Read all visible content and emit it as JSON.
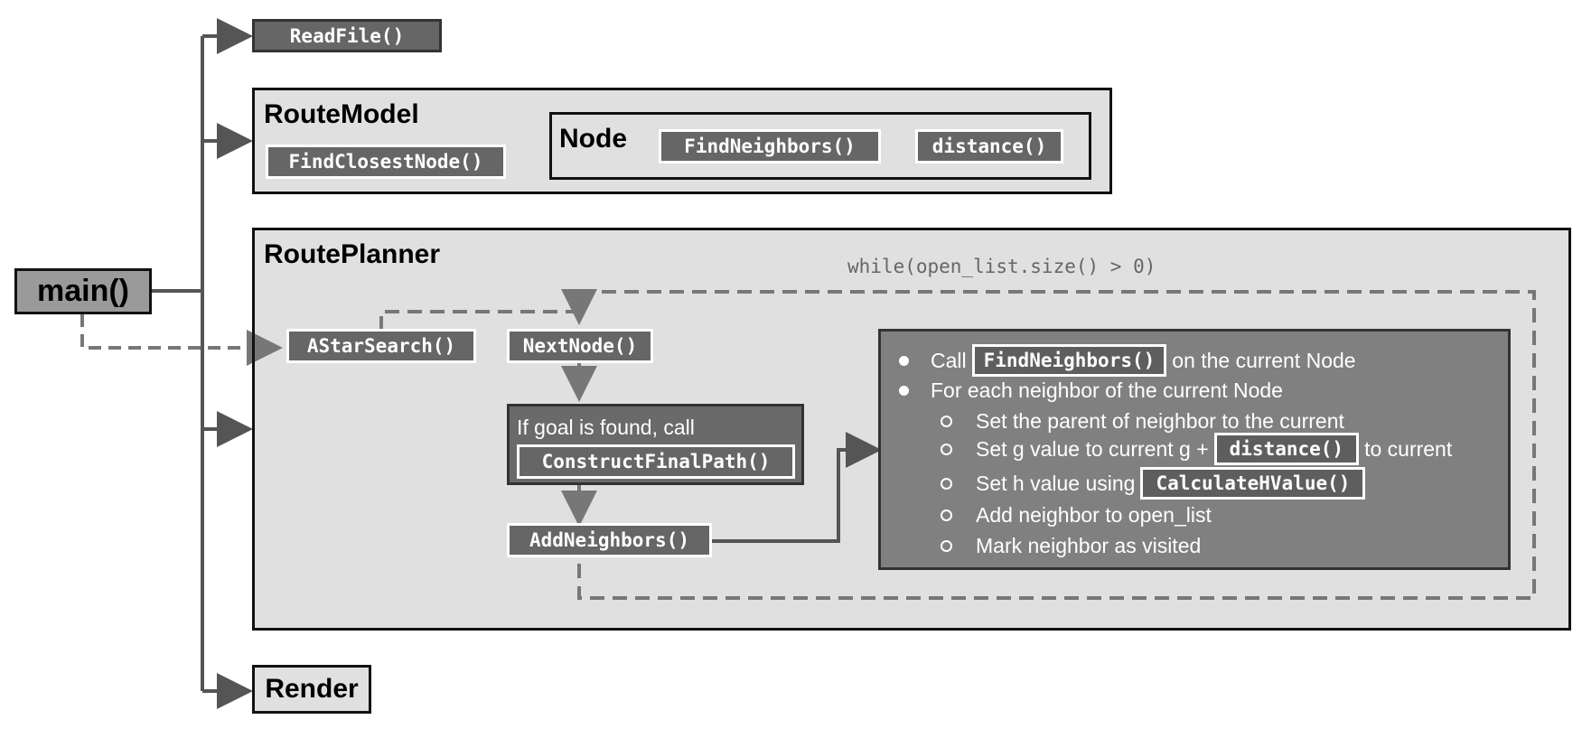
{
  "main": {
    "label": "main()"
  },
  "readfile": {
    "label": "ReadFile()"
  },
  "route_model": {
    "title": "RouteModel",
    "find_closest_node": "FindClosestNode()",
    "node": {
      "title": "Node",
      "find_neighbors": "FindNeighbors()",
      "distance": "distance()"
    }
  },
  "route_planner": {
    "title": "RoutePlanner",
    "loop_label": "while(open_list.size() > 0)",
    "astar_search": "AStarSearch()",
    "next_node": "NextNode()",
    "goal_check": {
      "text": "If goal is found, call",
      "construct_final_path": "ConstructFinalPath()"
    },
    "add_neighbors": "AddNeighbors()",
    "steps": {
      "b1_pre": "Call",
      "b1_fn": "FindNeighbors()",
      "b1_post": "on the current Node",
      "b2": "For each neighbor of the current Node",
      "s1": "Set the parent of neighbor to the current",
      "s2_pre": "Set g value to current g +",
      "s2_fn": "distance()",
      "s2_post": "to current",
      "s3_pre": "Set h value using",
      "s3_fn": "CalculateHValue()",
      "s4": "Add neighbor to open_list",
      "s5": "Mark neighbor as visited"
    }
  },
  "render": {
    "label": "Render"
  },
  "colors": {
    "box_fill": "#666666",
    "container_fill": "#e0e0e0",
    "arrow": "#555555",
    "dashed": "#777777"
  }
}
